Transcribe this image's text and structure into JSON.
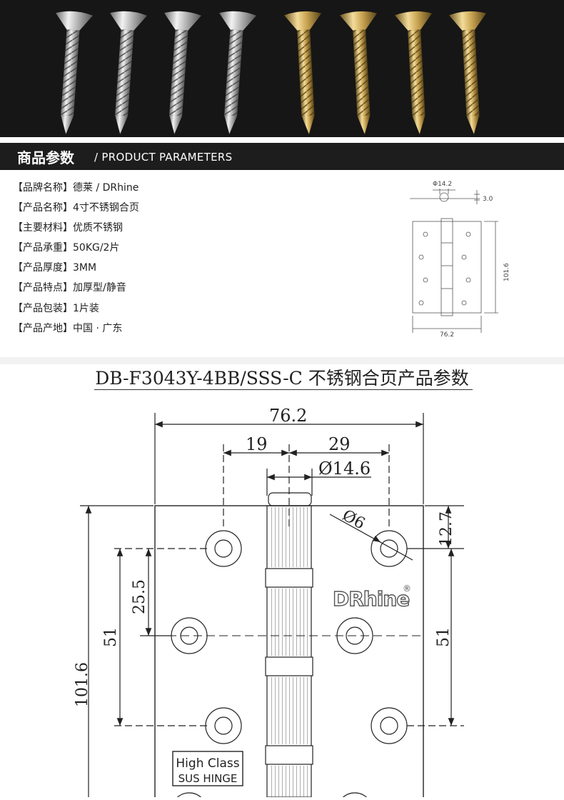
{
  "section_header": {
    "title_zh": "商品参数",
    "title_en": "/ PRODUCT PARAMETERS"
  },
  "parameters": [
    {
      "label": "【品牌名称】",
      "value": "德莱 / DRhine"
    },
    {
      "label": "【产品名称】",
      "value": "4寸不锈钢合页"
    },
    {
      "label": "【主要材料】",
      "value": "优质不锈钢"
    },
    {
      "label": "【产品承重】",
      "value": "50KG/2片"
    },
    {
      "label": "【产品厚度】",
      "value": "3MM"
    },
    {
      "label": "【产品特点】",
      "value": "加厚型/静音"
    },
    {
      "label": "【产品包装】",
      "value": "1片装"
    },
    {
      "label": "【产品产地】",
      "value": "中国 · 广东"
    }
  ],
  "mini_drawing": {
    "dim_diameter": "Φ14.2",
    "dim_thickness": "3.0",
    "dim_height": "101.6",
    "dim_width": "76.2"
  },
  "drawing": {
    "title": "DB-F3043Y-4BB/SSS-C 不锈钢合页产品参数",
    "dim_width": "76.2",
    "dim_left": "19",
    "dim_right": "29",
    "dim_knuckle": "Ø14.6",
    "dim_hole": "Ø6",
    "dim_top": "12.7",
    "dim_pitch": "25.5",
    "dim_left_span": "51",
    "dim_right_span": "51",
    "dim_height": "101.6",
    "brand": "DRhine",
    "brand_mark": "®",
    "badge_line1": "High Class",
    "badge_line2": "SUS HINGE"
  },
  "colors": {
    "photo_background": "#161616",
    "header_bar": "#1d1d1d",
    "silver_screw": "#c8c8c8",
    "gold_screw": "#cda95c",
    "line": "#222222"
  }
}
